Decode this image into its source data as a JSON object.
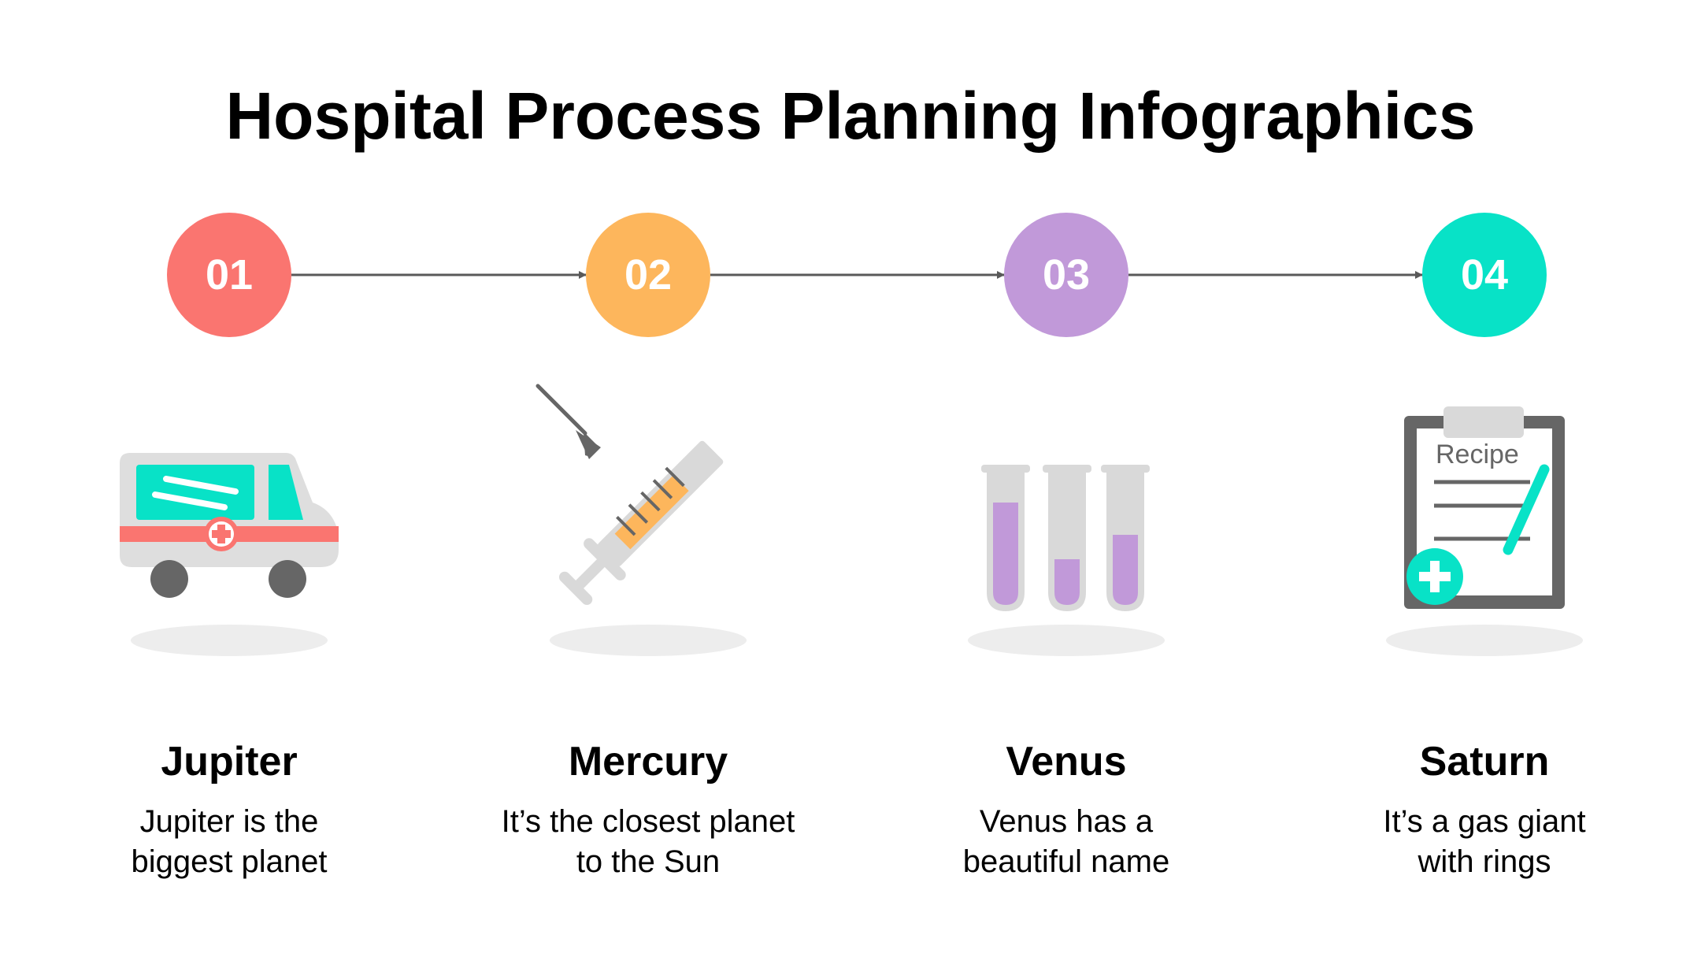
{
  "title": "Hospital Process Planning Infographics",
  "colors": {
    "step1": "#fa7570",
    "step2": "#fdb65c",
    "step3": "#c199d9",
    "step4": "#08e2c7",
    "connector": "#595959",
    "neutral": "#d9d9d9",
    "dark": "#666666"
  },
  "steps": [
    {
      "number": "01",
      "name": "Jupiter",
      "description": "Jupiter is the\nbiggest planet",
      "icon": "ambulance-icon"
    },
    {
      "number": "02",
      "name": "Mercury",
      "description": "It’s the closest planet\nto the Sun",
      "icon": "syringe-icon"
    },
    {
      "number": "03",
      "name": "Venus",
      "description": "Venus has a\nbeautiful name",
      "icon": "test-tubes-icon"
    },
    {
      "number": "04",
      "name": "Saturn",
      "description": "It’s a gas giant\nwith rings",
      "icon": "clipboard-icon",
      "icon_text": "Recipe"
    }
  ]
}
